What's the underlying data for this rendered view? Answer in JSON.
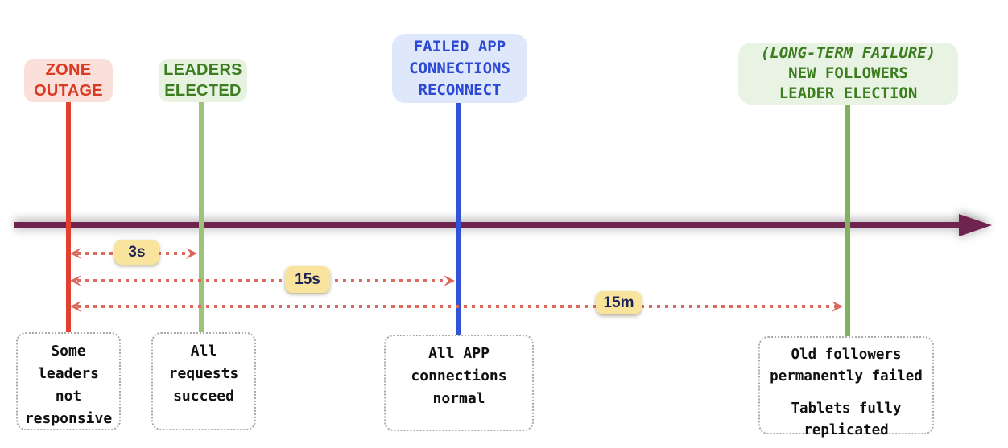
{
  "colors": {
    "timeline": "#6f2450",
    "zone_outage_text": "#d93a22",
    "zone_outage_bg": "#fbdfdb",
    "zone_outage_line": "#e2402f",
    "green_text": "#3c7d20",
    "green_bg": "#e7f2e1",
    "green_line_left": "#9ac578",
    "green_line_right": "#7fb25a",
    "blue_text": "#2b49d2",
    "blue_bg": "#dfe8fb",
    "blue_line": "#3353d6",
    "duration_dots": "#dd6a5e",
    "duration_label_bg": "#f8e49c",
    "duration_label_text": "#1d2256",
    "note_text": "#111111"
  },
  "events": [
    {
      "id": "zone-outage",
      "label_lines": [
        "ZONE",
        "OUTAGE"
      ],
      "note_lines": [
        "Some",
        "leaders",
        "not",
        "responsive"
      ]
    },
    {
      "id": "leaders-elected",
      "label_lines": [
        "LEADERS",
        "ELECTED"
      ],
      "note_lines": [
        "All",
        "requests",
        "succeed"
      ]
    },
    {
      "id": "failed-app-connections-reconnect",
      "label_lines": [
        "FAILED APP",
        "CONNECTIONS",
        "RECONNECT"
      ],
      "note_lines": [
        "All APP",
        "connections",
        "normal"
      ]
    },
    {
      "id": "long-term-failure-new-followers-leader-election",
      "label_lines": [
        "(LONG-TERM FAILURE)",
        "NEW FOLLOWERS",
        "LEADER ELECTION"
      ],
      "note_lines": [
        "Old followers",
        "permanently failed",
        "",
        "Tablets fully",
        "replicated"
      ]
    }
  ],
  "durations": [
    {
      "label": "3s"
    },
    {
      "label": "15s"
    },
    {
      "label": "15m"
    }
  ]
}
